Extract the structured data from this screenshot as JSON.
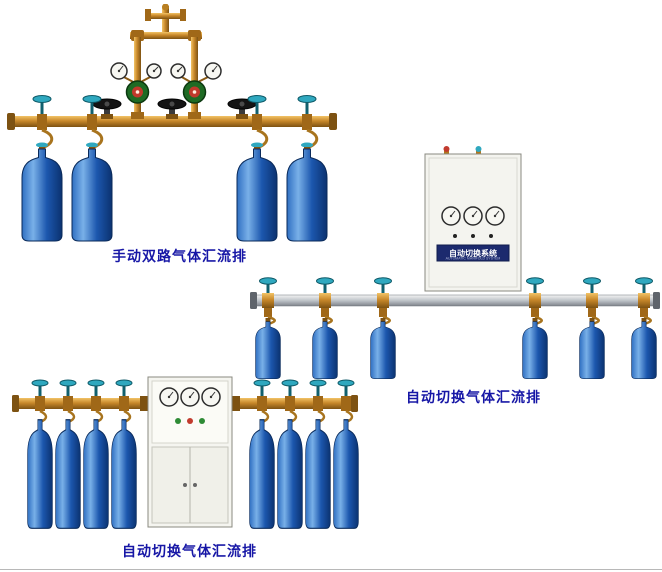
{
  "page": {
    "background": "#ffffff"
  },
  "illustrations": {
    "manual_dual": {
      "caption": "手动双路气体汇流排",
      "cylinder_count": 4,
      "regulator_count": 2,
      "hand_valve_count": 3
    },
    "auto_switch_wall": {
      "caption": "自动切换气体汇流排",
      "cabinet_label": "自动切换系统",
      "cabinet_sublabel": "AUTOMATIC MANIFOLD SYSTEM",
      "cylinder_count": 6,
      "gauge_count": 3
    },
    "auto_switch_floor": {
      "caption": "自动切换气体汇流排",
      "cylinder_count": 8,
      "gauge_count": 3
    }
  },
  "colors": {
    "caption_text": "#1717a6",
    "brass": "#c8882a",
    "cylinder_blue": "#1c57ae",
    "teal_handle": "#2fa8bf",
    "steel_pipe": "#aab0b6",
    "cabinet_face": "#f4f4ef",
    "regulator_green": "#1e6b24",
    "page_border": "#b8b8b8"
  }
}
